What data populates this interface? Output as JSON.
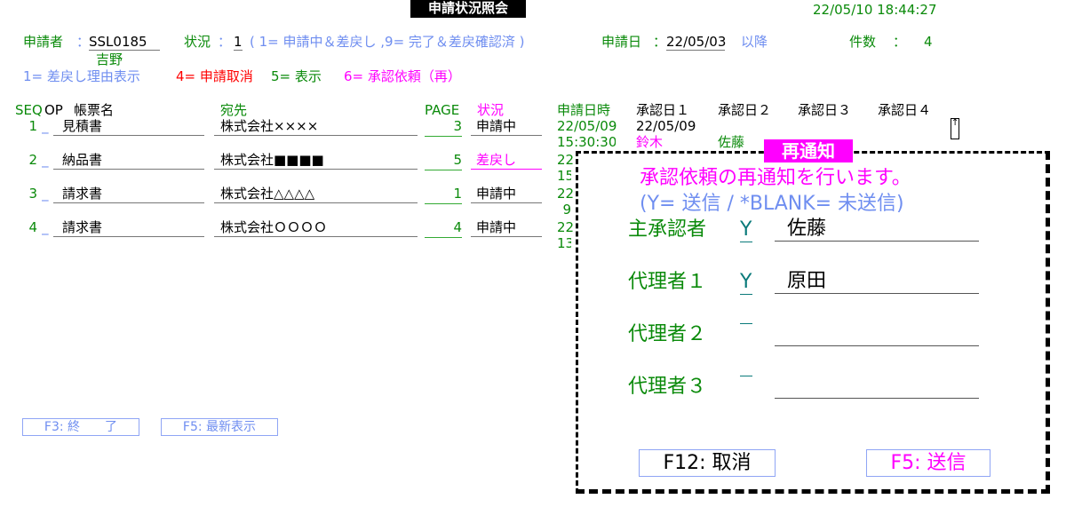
{
  "header": {
    "title": "申請状況照会",
    "datetime": "22/05/10 18:44:27"
  },
  "filters": {
    "applicant_label": "申請者",
    "applicant_sep": "：",
    "applicant_id": "SSL0185",
    "applicant_name": "吉野",
    "status_label": "状況",
    "status_sep": "：",
    "status_value": "1",
    "status_hint": "( 1= 申請中＆差戻し ,9= 完了＆差戻確認済 )",
    "date_label": "申請日",
    "date_sep": "：",
    "date_value": "22/05/03",
    "date_suffix": "以降",
    "count_label": "件数",
    "count_sep": "：",
    "count_value": "4"
  },
  "options": [
    {
      "text": "1= 差戻し理由表示",
      "color": "#6f8ef0"
    },
    {
      "text": "4= 申請取消",
      "color": "#ff0000"
    },
    {
      "text": "5= 表示",
      "color": "#0a8a0a"
    },
    {
      "text": "6= 承認依頼（再）",
      "color": "#ff00ff"
    }
  ],
  "columns": {
    "seq": "SEQ",
    "op": "OP",
    "form": "帳票名",
    "dest": "宛先",
    "page": "PAGE",
    "status": "状況",
    "applied": "申請日時",
    "appr1": "承認日１",
    "appr2": "承認日２",
    "appr3": "承認日３",
    "appr4": "承認日４"
  },
  "rows": [
    {
      "seq": "1",
      "op": "_",
      "form": "見積書",
      "dest": "株式会社××××",
      "page": "3",
      "status": "申請中",
      "date": "22/05/09",
      "time": "15:30:30",
      "appr1": "22/05/09",
      "appr1_name": "鈴木",
      "appr2_name": "佐藤"
    },
    {
      "seq": "2",
      "op": "_",
      "form": "納品書",
      "dest": "株式会社■■■■",
      "page": "5",
      "status": "差戻し",
      "date": "22",
      "time": "15"
    },
    {
      "seq": "3",
      "op": "_",
      "form": "請求書",
      "dest": "株式会社△△△△",
      "page": "1",
      "status": "申請中",
      "date": "22",
      "time": "9"
    },
    {
      "seq": "4",
      "op": "_",
      "form": "請求書",
      "dest": "株式会社ＯＯＯＯ",
      "page": "4",
      "status": "申請中",
      "date": "22",
      "time": "13"
    }
  ],
  "scroll_icon": "up-arrow-icon",
  "footer": {
    "f3": "F3: 終　　了",
    "f5": "F5: 最新表示"
  },
  "dialog": {
    "title": "再通知",
    "message": "承認依頼の再通知を行います。",
    "hint": "(Y= 送信 / *BLANK= 未送信)",
    "fields": [
      {
        "label": "主承認者",
        "flag": "Y",
        "name": "佐藤"
      },
      {
        "label": "代理者１",
        "flag": "Y",
        "name": "原田"
      },
      {
        "label": "代理者２",
        "flag": "",
        "name": ""
      },
      {
        "label": "代理者３",
        "flag": "",
        "name": ""
      }
    ],
    "cancel": "F12: 取消",
    "send": "F5: 送信"
  }
}
